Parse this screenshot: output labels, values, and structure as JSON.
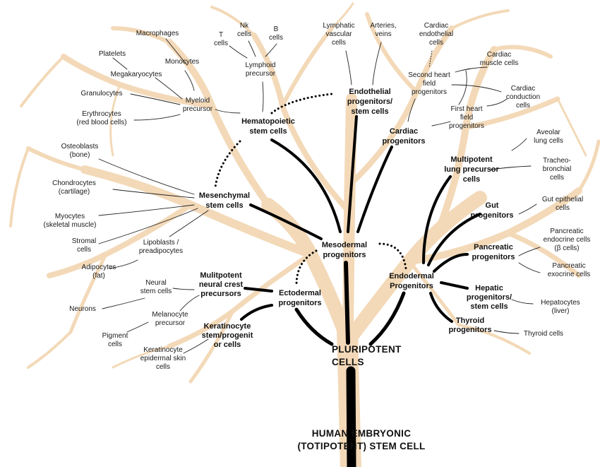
{
  "colors": {
    "tree_background": "#f3d9b8",
    "lineage_lines": "#000000",
    "text": "#111111"
  },
  "labels": {
    "totipotent": [
      "HUMAN EMBRYONIC",
      "(TOTIPOTENT) STEM CELL"
    ],
    "pluripotent": [
      "PLURIPOTENT",
      "CELLS"
    ],
    "mesodermal": [
      "Mesodermal",
      "progenitors"
    ],
    "ectodermal": [
      "Ectodermal",
      "progenitors"
    ],
    "endodermal": [
      "Endodermal",
      "Progenitors"
    ],
    "hematopoietic": [
      "Hematopoietic",
      "stem cells"
    ],
    "mesenchymal": [
      "Mesenchymal",
      "stem cells"
    ],
    "endothelial": [
      "Endothelial",
      "progenitors/",
      "stem cells"
    ],
    "cardiac_prog": [
      "Cardiac",
      "progenitors"
    ],
    "lung_prog": [
      "Multipotent",
      "lung precursor",
      "cells"
    ],
    "gut_prog": [
      "Gut",
      "progenitors"
    ],
    "pancreatic_prog": [
      "Pancreatic",
      "progenitors"
    ],
    "hepatic_prog": [
      "Hepatic",
      "progenitors/",
      "stem cells"
    ],
    "thyroid_prog": [
      "Thyroid",
      "progenitors"
    ],
    "neural_crest": [
      "Mulitpotent",
      "neural crest",
      "precursors"
    ],
    "keratinocyte_stem": [
      "Keratinocyte",
      "stem/progenit",
      "or cells"
    ],
    "macrophages": [
      "Macrophages"
    ],
    "monocytes": [
      "Monocytes"
    ],
    "platelets": [
      "Platelets"
    ],
    "megakaryocytes": [
      "Megakaryocytes"
    ],
    "granulocytes": [
      "Granulocytes"
    ],
    "myeloid_precursor": [
      "Myeloid",
      "precursor"
    ],
    "erythrocytes": [
      "Erythrocytes",
      "(red blood cells)"
    ],
    "t_cells": [
      "T",
      "cells"
    ],
    "nk_cells": [
      "Nk",
      "cells"
    ],
    "b_cells": [
      "B",
      "cells"
    ],
    "lymphoid_precursor": [
      "Lymphoid",
      "precursor"
    ],
    "lymphatic_vascular": [
      "Lymphatic",
      "vascular",
      "cells"
    ],
    "arteries_veins": [
      "Arteries,",
      "veins"
    ],
    "cardiac_endothelial": [
      "Cardiac",
      "endothelial",
      "cells"
    ],
    "cardiac_muscle": [
      "Cardiac",
      "muscle cells"
    ],
    "second_heart_field": [
      "Second heart",
      "field",
      "progenitors"
    ],
    "cardiac_conduction": [
      "Cardiac",
      "conduction",
      "cells"
    ],
    "first_heart_field": [
      "First heart",
      "field",
      "progenitors"
    ],
    "osteoblasts": [
      "Osteoblasts",
      "(bone)"
    ],
    "chondrocytes": [
      "Chondrocytes",
      "(cartilage)"
    ],
    "myocytes": [
      "Myocytes",
      "(skeletal muscle)"
    ],
    "stromal": [
      "Stromal",
      "cells"
    ],
    "lipoblasts": [
      "Lipoblasts /",
      "preadipocytes"
    ],
    "adipocytes": [
      "Adipocytes",
      "(fat)"
    ],
    "aveolar": [
      "Aveolar",
      "lung cells"
    ],
    "tracheo": [
      "Tracheo-",
      "bronchial",
      "cells"
    ],
    "gut_epithelial": [
      "Gut epithelial",
      "cells"
    ],
    "pancreatic_endocrine": [
      "Pancreatic",
      "endocrine cells",
      "(β cells)"
    ],
    "pancreatic_exocrine": [
      "Pancreatic",
      "exocrine cells"
    ],
    "hepatocytes": [
      "Hepatocytes",
      "(liver)"
    ],
    "thyroid_cells": [
      "Thyroid cells"
    ],
    "neural_stem": [
      "Neural",
      "stem cells"
    ],
    "neurons": [
      "Neurons"
    ],
    "melanocyte_precursor": [
      "Melanocyte",
      "precursor"
    ],
    "pigment_cells": [
      "Pigment",
      "cells"
    ],
    "keratinocyte_epidermal": [
      "Keratinocyte",
      "epidermal skin",
      "cells"
    ]
  }
}
